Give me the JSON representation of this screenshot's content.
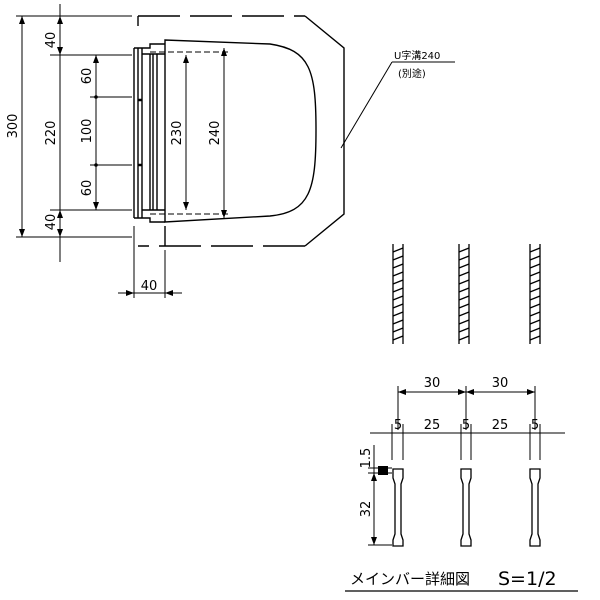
{
  "main_view": {
    "vertical_dims": {
      "overall": "300",
      "top": "40",
      "middle": "220",
      "bottom": "40",
      "upper": "60",
      "center": "100",
      "lower": "60"
    },
    "inner_dims": {
      "inner_width": "230",
      "outer_width": "240"
    },
    "bottom_dim": "40",
    "callout": {
      "label": "U字溝240",
      "sub": "(別途)"
    }
  },
  "detail": {
    "pitch_dims": [
      "30",
      "30"
    ],
    "spacing_dims": [
      "5",
      "25",
      "5",
      "25",
      "5"
    ],
    "thickness_dim": "1.5",
    "height_dim": "32",
    "title": "メインバー詳細図",
    "scale": "S=1/2"
  }
}
